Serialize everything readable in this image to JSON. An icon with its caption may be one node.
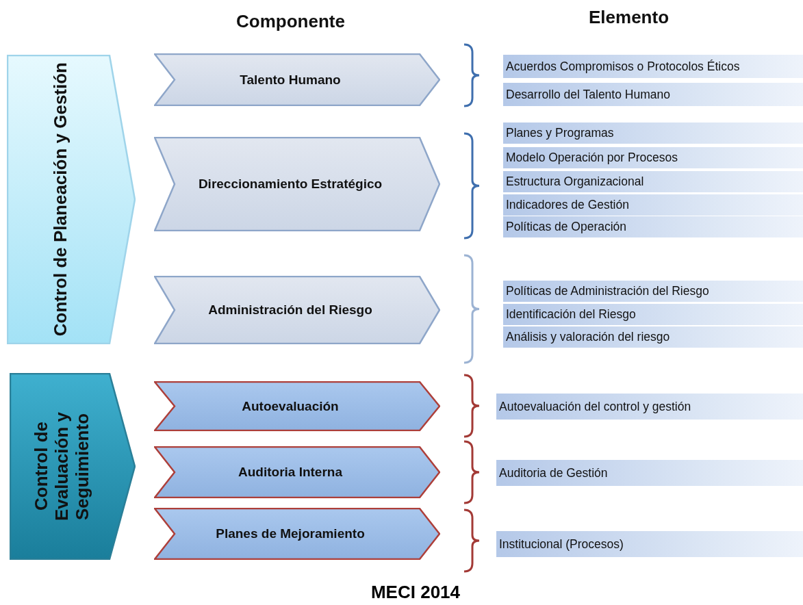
{
  "diagram": {
    "caption": "MECI 2014",
    "nodes": [
      {
        "text": [
          "Control de Planeación y Gestión"
        ]
      },
      {
        "text": [
          "Control de Evaluación y Seguimiento"
        ]
      },
      {
        "text": [
          "Talento Humano"
        ]
      },
      {
        "text": [
          "Direccionamiento Estratégico"
        ]
      },
      {
        "text": [
          "Administración del Riesgo"
        ]
      },
      {
        "text": [
          "Autoevaluación"
        ]
      },
      {
        "text": [
          "Auditoria Interna"
        ]
      },
      {
        "text": [
          "Planes de Mejoramiento"
        ]
      },
      {
        "text": [
          "Acuerdos Compromisos o Protocolos Éticos"
        ]
      },
      {
        "text": [
          "Desarrollo del Talento Humano"
        ]
      },
      {
        "text": [
          "Planes y Programas"
        ]
      },
      {
        "text": [
          "Modelo Operación por Procesos"
        ]
      },
      {
        "text": [
          "Estructura Organizacional"
        ]
      },
      {
        "text": [
          "Indicadores de Gestión"
        ]
      },
      {
        "text": [
          "Políticas de Operación"
        ]
      },
      {
        "text": [
          "Políticas de Administración del Riesgo"
        ]
      },
      {
        "text": [
          "Identificación del Riesgo"
        ]
      },
      {
        "text": [
          "Análisis y valoración del riesgo"
        ]
      },
      {
        "text": [
          "Autoevaluación del control y gestión"
        ]
      },
      {
        "text": [
          "Auditoria de Gestión"
        ]
      },
      {
        "text": [
          "Institucional (Procesos)"
        ]
      }
    ],
    "labels": [
      "Componente",
      "Elemento"
    ]
  }
}
